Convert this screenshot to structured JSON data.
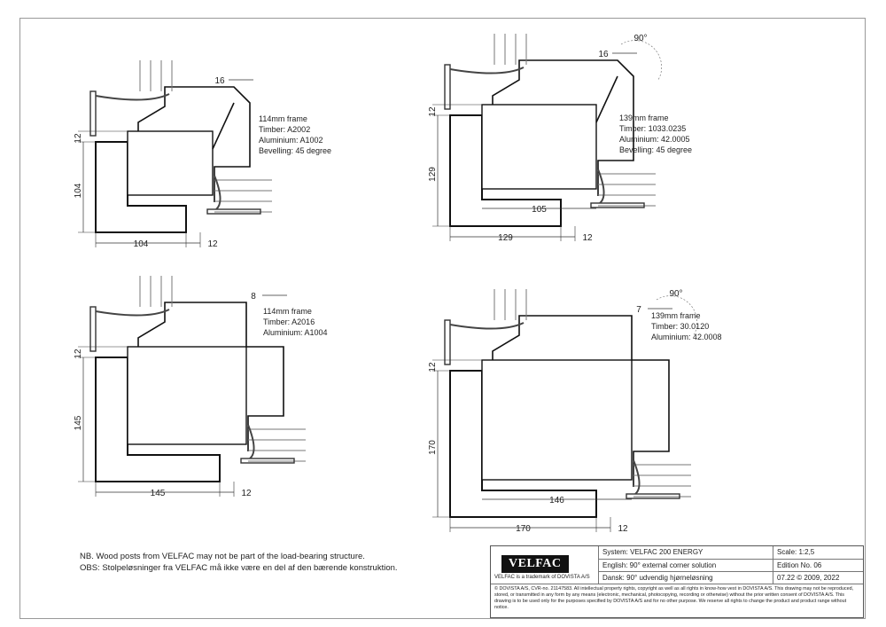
{
  "details": [
    {
      "frame": "114mm frame",
      "timber": "Timber: A2002",
      "aluminium": "Aluminium: A1002",
      "bevelling": "Bevelling: 45 degree",
      "post_h": "104",
      "post_w": "104",
      "gap": "12",
      "side_gap": "12",
      "corner": "16"
    },
    {
      "frame": "139mm frame",
      "timber": "Timber: 1033.0235",
      "aluminium": "Aluminium: 42.0005",
      "bevelling": "Bevelling: 45 degree",
      "post_h": "129",
      "post_w": "129",
      "inner": "105",
      "gap": "12",
      "side_gap": "12",
      "corner": "16",
      "angle": "90°"
    },
    {
      "frame": "114mm frame",
      "timber": "Timber: A2016",
      "aluminium": "Aluminium: A1004",
      "post_h": "145",
      "post_w": "145",
      "gap": "12",
      "side_gap": "12",
      "corner": "8"
    },
    {
      "frame": "139mm frame",
      "timber": "Timber: 30.0120",
      "aluminium": "Aluminium: 42.0008",
      "post_h": "170",
      "post_w": "170",
      "inner": "146",
      "gap": "12",
      "side_gap": "12",
      "corner": "7",
      "angle": "90°"
    }
  ],
  "notes": {
    "nb": "NB. Wood posts from VELFAC may not be part of the load-bearing structure.",
    "obs": "OBS: Stolpeløsninger fra VELFAC må ikke være en del af den bærende konstruktion."
  },
  "title_block": {
    "logo": "VELFAC",
    "trademark": "VELFAC is a trademark of DOVISTA A/S",
    "system": "System:  VELFAC 200 ENERGY",
    "english": "English:  90° external corner solution",
    "dansk": "Dansk:    90° udvendig hjørneløsning",
    "scale": "Scale: 1:2,5",
    "edition": "Edition No. 06",
    "date": "07.22 © 2009, 2022",
    "legal": "© DOVISTA A/S, CVR-no. 21147583. All intellectual property rights, copyright as well as all rights in know-how vest in DOVISTA A/S. This drawing may not be reproduced, stored, or transmitted in any form by any means (electronic, mechanical, photocopying, recording or otherwise) without the prior written consent of DOVISTA A/S. This drawing is to be used only for the purposes specified by DOVISTA A/S and for no other purpose. We reserve all rights to change the product and product range without notice."
  }
}
